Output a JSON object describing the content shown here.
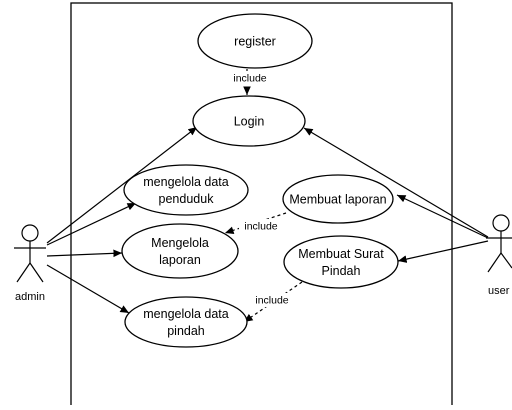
{
  "use_cases": {
    "register": [
      "register"
    ],
    "login": [
      "Login"
    ],
    "kelola_penduduk": [
      "mengelola data",
      "penduduk"
    ],
    "kelola_laporan": [
      "Mengelola",
      "laporan"
    ],
    "kelola_pindah": [
      "mengelola data",
      "pindah"
    ],
    "buat_laporan": [
      "Membuat laporan"
    ],
    "buat_surat": [
      "Membuat Surat",
      "Pindah"
    ]
  },
  "actors": {
    "admin": "admin",
    "user": "user"
  },
  "relations": {
    "include_register": "include",
    "include_laporan": "include",
    "include_pindah": "include"
  },
  "colors": {
    "line": "#000000",
    "fill": "#ffffff"
  }
}
